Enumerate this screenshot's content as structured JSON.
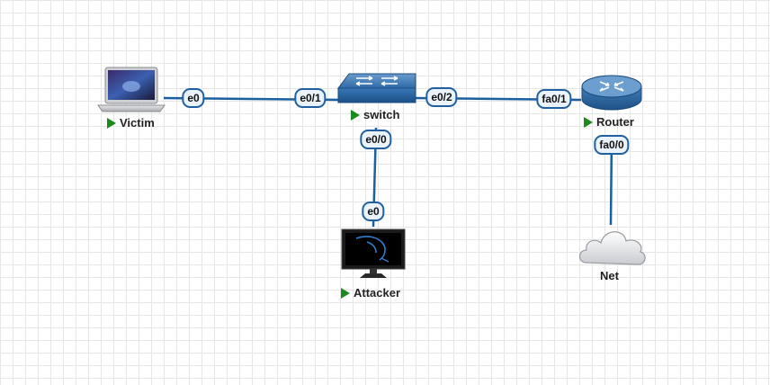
{
  "nodes": {
    "victim": {
      "label": "Victim",
      "status": "running"
    },
    "switch": {
      "label": "switch",
      "status": "running"
    },
    "router": {
      "label": "Router",
      "status": "running"
    },
    "attacker": {
      "label": "Attacker",
      "status": "running"
    },
    "net": {
      "label": "Net"
    }
  },
  "ports": {
    "victim_e0": "e0",
    "switch_e0_1": "e0/1",
    "switch_e0_2": "e0/2",
    "router_fa0_1": "fa0/1",
    "switch_e0_0": "e0/0",
    "attacker_e0": "e0",
    "router_fa0_0": "fa0/0"
  },
  "links": [
    {
      "from": "victim",
      "to": "switch"
    },
    {
      "from": "switch",
      "to": "router"
    },
    {
      "from": "switch",
      "to": "attacker"
    },
    {
      "from": "router",
      "to": "net"
    }
  ],
  "colors": {
    "link": "#1a5f9e",
    "running": "#1c8a1c"
  }
}
